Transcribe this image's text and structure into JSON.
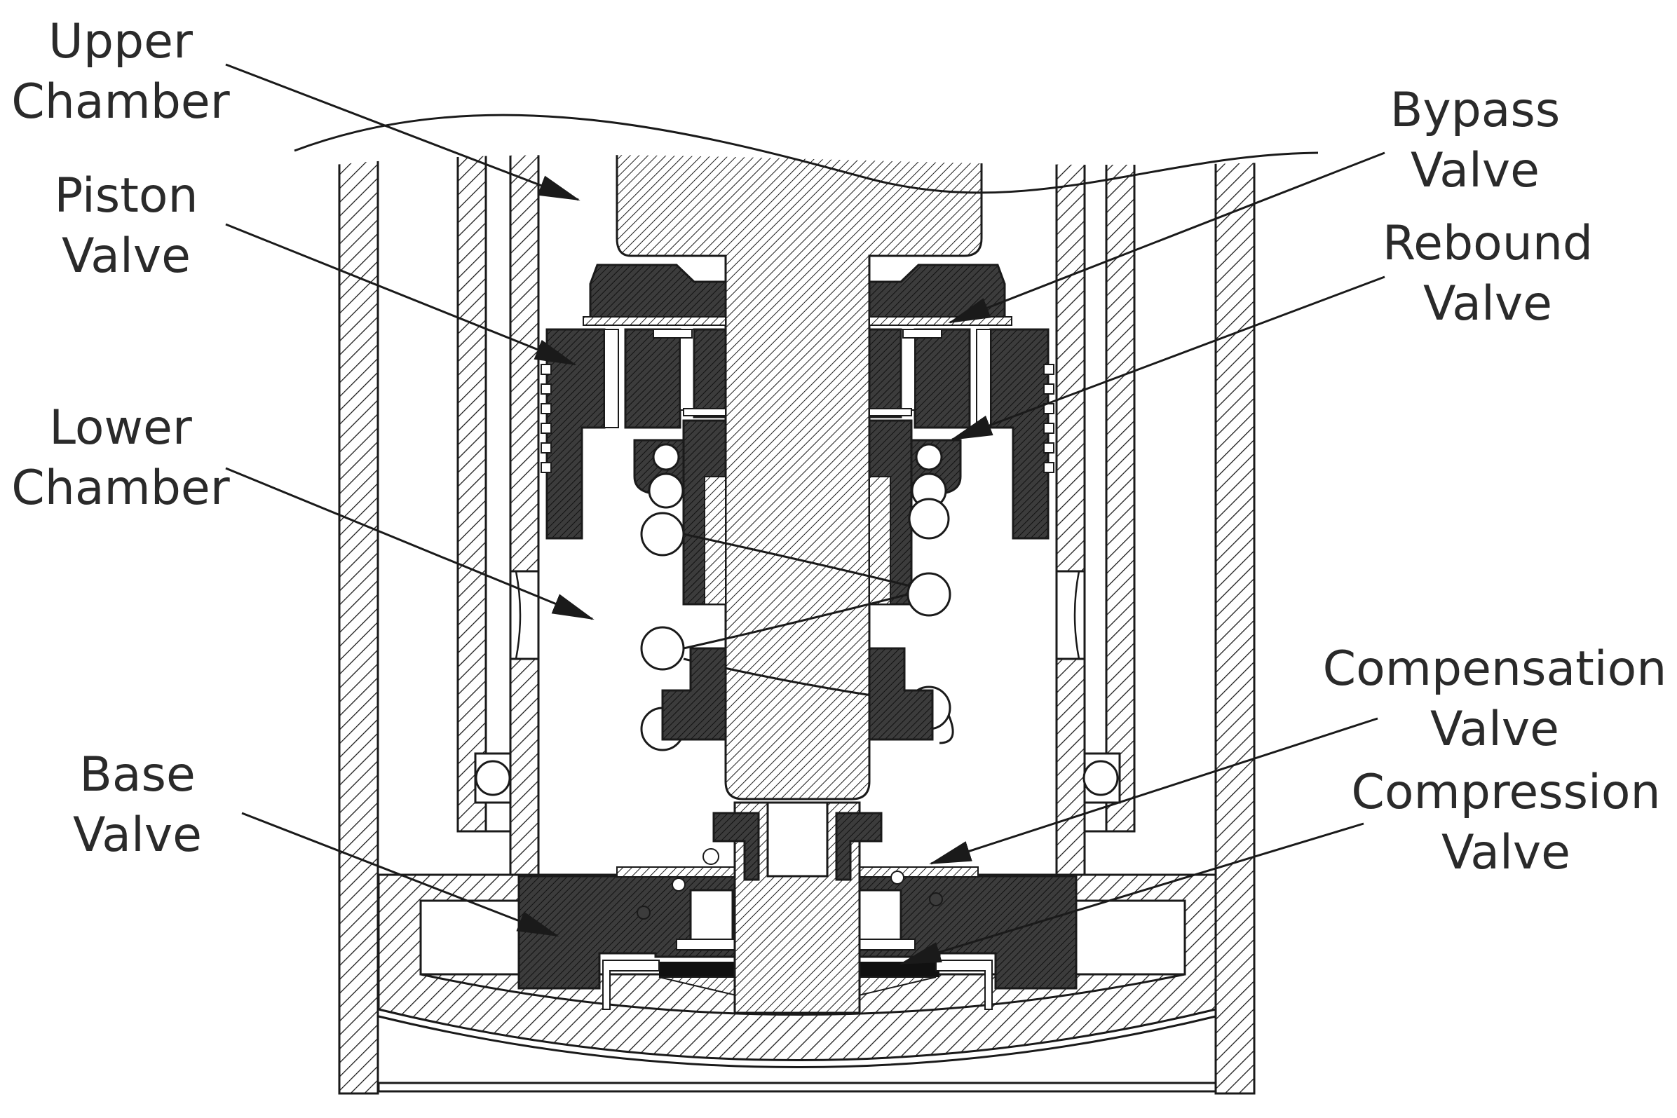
{
  "labels": {
    "upper_chamber": [
      "Upper",
      "Chamber"
    ],
    "piston_valve": [
      "Piston",
      "Valve"
    ],
    "lower_chamber": [
      "Lower",
      "Chamber"
    ],
    "base_valve": [
      "Base",
      "Valve"
    ],
    "bypass_valve": [
      "Bypass",
      "Valve"
    ],
    "rebound_valve": [
      "Rebound",
      "Valve"
    ],
    "compensation_valve": [
      "Compensation",
      "Valve"
    ],
    "compression_valve": [
      "Compression",
      "Valve"
    ]
  },
  "colors": {
    "line": "#1a1a1a",
    "solid_part": "#3c3c3c",
    "text": "#2a2a2a"
  }
}
